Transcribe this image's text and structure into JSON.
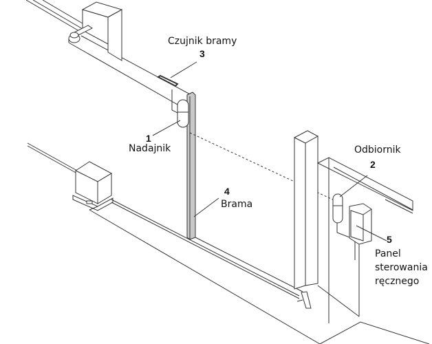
{
  "labels": {
    "gate_sensor": {
      "number": "3",
      "text": "Czujnik bramy"
    },
    "transmitter": {
      "number": "1",
      "text": "Nadajnik"
    },
    "receiver": {
      "number": "2",
      "text": "Odbiornik"
    },
    "gate": {
      "number": "4",
      "text": "Brama"
    },
    "manual_panel": {
      "number": "5",
      "lines": [
        "Panel",
        "sterowania",
        "ręcznego"
      ]
    }
  },
  "colors": {
    "line": "#333333",
    "gate_edge": "#c8c8c8",
    "background": "#ffffff"
  }
}
